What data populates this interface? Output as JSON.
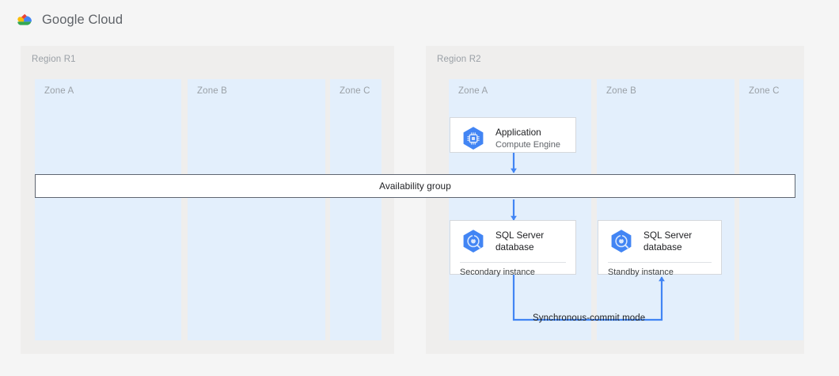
{
  "header": {
    "brand": "Google Cloud",
    "logo_icon": "google-cloud-logo-icon"
  },
  "colors": {
    "page_background": "#f5f5f5",
    "region_background": "#efeeed",
    "zone_background": "#e3effc",
    "connector_blue": "#4285f4",
    "icon_hex_blue": "#4285f4",
    "bar_border": "#5f6671",
    "label_gray": "#9aa0a6",
    "text_dark": "#202124"
  },
  "regions": [
    {
      "id": "r1",
      "label": "Region R1",
      "zones": [
        {
          "id": "r1-zone-a",
          "label": "Zone A"
        },
        {
          "id": "r1-zone-b",
          "label": "Zone B"
        },
        {
          "id": "r1-zone-c",
          "label": "Zone C"
        }
      ]
    },
    {
      "id": "r2",
      "label": "Region R2",
      "zones": [
        {
          "id": "r2-zone-a",
          "label": "Zone A"
        },
        {
          "id": "r2-zone-b",
          "label": "Zone B"
        },
        {
          "id": "r2-zone-c",
          "label": "Zone C"
        }
      ]
    }
  ],
  "availability_group": {
    "label": "Availability group"
  },
  "nodes": {
    "application": {
      "title": "Application",
      "subtitle": "Compute Engine",
      "icon": "compute-engine-icon"
    },
    "secondary_db": {
      "title": "SQL Server\ndatabase",
      "footer": "Secondary instance",
      "icon": "cloud-sql-icon"
    },
    "standby_db": {
      "title": "SQL Server\ndatabase",
      "footer": "Standby instance",
      "icon": "cloud-sql-icon"
    }
  },
  "connectors": {
    "replication_label": "Synchronous-commit mode"
  }
}
